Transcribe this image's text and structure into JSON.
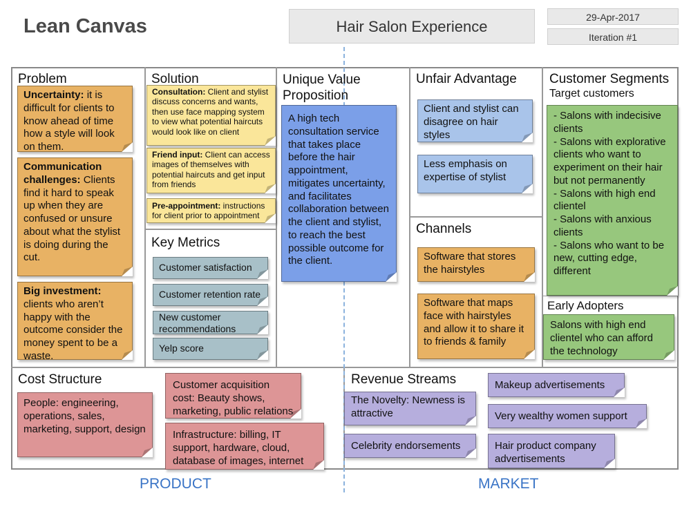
{
  "header": {
    "title": "Lean Canvas",
    "project": "Hair Salon Experience",
    "date": "29-Apr-2017",
    "iteration": "Iteration #1"
  },
  "problem": {
    "label": "Problem",
    "notes": [
      {
        "bold": "Uncertainty:",
        "text": " it is difficult for clients to know ahead of time how a style will look on them."
      },
      {
        "bold": "Communication challenges:",
        "text": " Clients find it hard to speak up when they are confused or unsure about what the stylist is doing during the cut."
      },
      {
        "bold": "Big investment:",
        "text": " clients who aren’t happy with the outcome consider the money spent to be a waste."
      }
    ]
  },
  "solution": {
    "label": "Solution",
    "notes": [
      {
        "bold": "Consultation:",
        "text": " Client and stylist discuss concerns and wants, then use face mapping system to view what potential haircuts would look like on client"
      },
      {
        "bold": "Friend input:",
        "text": " Client can access images of themselves with potential haircuts and get input from friends"
      },
      {
        "bold": "Pre-appointment:",
        "text": " instructions for client prior to appointment"
      }
    ]
  },
  "key_metrics": {
    "label": "Key Metrics",
    "notes": [
      "Customer satisfaction",
      "Customer retention rate",
      "New customer recommendations",
      "Yelp score"
    ]
  },
  "uvp": {
    "label": "Unique Value Proposition",
    "note": "A high tech consultation service that takes place before the hair appointment, mitigates uncertainty, and facilitates collaboration between the client and stylist, to reach the best possible outcome for the client."
  },
  "unfair_advantage": {
    "label": "Unfair Advantage",
    "notes": [
      "Client and stylist can disagree on hair styles",
      "Less emphasis on expertise of stylist"
    ]
  },
  "channels": {
    "label": "Channels",
    "notes": [
      "Software that stores the hairstyles",
      "Software that maps face with hairstyles and allow it to share it to friends & family"
    ]
  },
  "customer_segments": {
    "label": "Customer Segments",
    "sublabel": "Target customers",
    "notes": [
      "- Salons with indecisive clients\n- Salons with explorative clients who want to experiment on their hair but not permanently\n- Salons with high end clientel\n- Salons with anxious clients\n- Salons who want to be new, cutting edge, different"
    ]
  },
  "early_adopters": {
    "label": "Early Adopters",
    "note": "Salons with high end clientel who can afford the technology"
  },
  "cost_structure": {
    "label": "Cost Structure",
    "notes": [
      "People: engineering, operations, sales, marketing, support, design",
      "Customer acquisition cost: Beauty shows, marketing, public relations",
      "Infrastructure: billing, IT support, hardware, cloud, database of images, internet"
    ]
  },
  "revenue_streams": {
    "label": "Revenue Streams",
    "notes": [
      "The Novelty: Newness is attractive",
      "Celebrity endorsements",
      "Makeup advertisements",
      "Very wealthy women support",
      "Hair product company advertisements"
    ]
  },
  "footer": {
    "product": "PRODUCT",
    "market": "MARKET"
  },
  "colors": {
    "problem": "#e8b264",
    "solution": "#fae69a",
    "uvp": "#7b9fe8",
    "unfair_advantage": "#a9c4ea",
    "key_metrics": "#a8c0c8",
    "customers": "#97c77d",
    "cost": "#dd9596",
    "revenue": "#b6aedd",
    "footer_text": "#3a74c6"
  }
}
